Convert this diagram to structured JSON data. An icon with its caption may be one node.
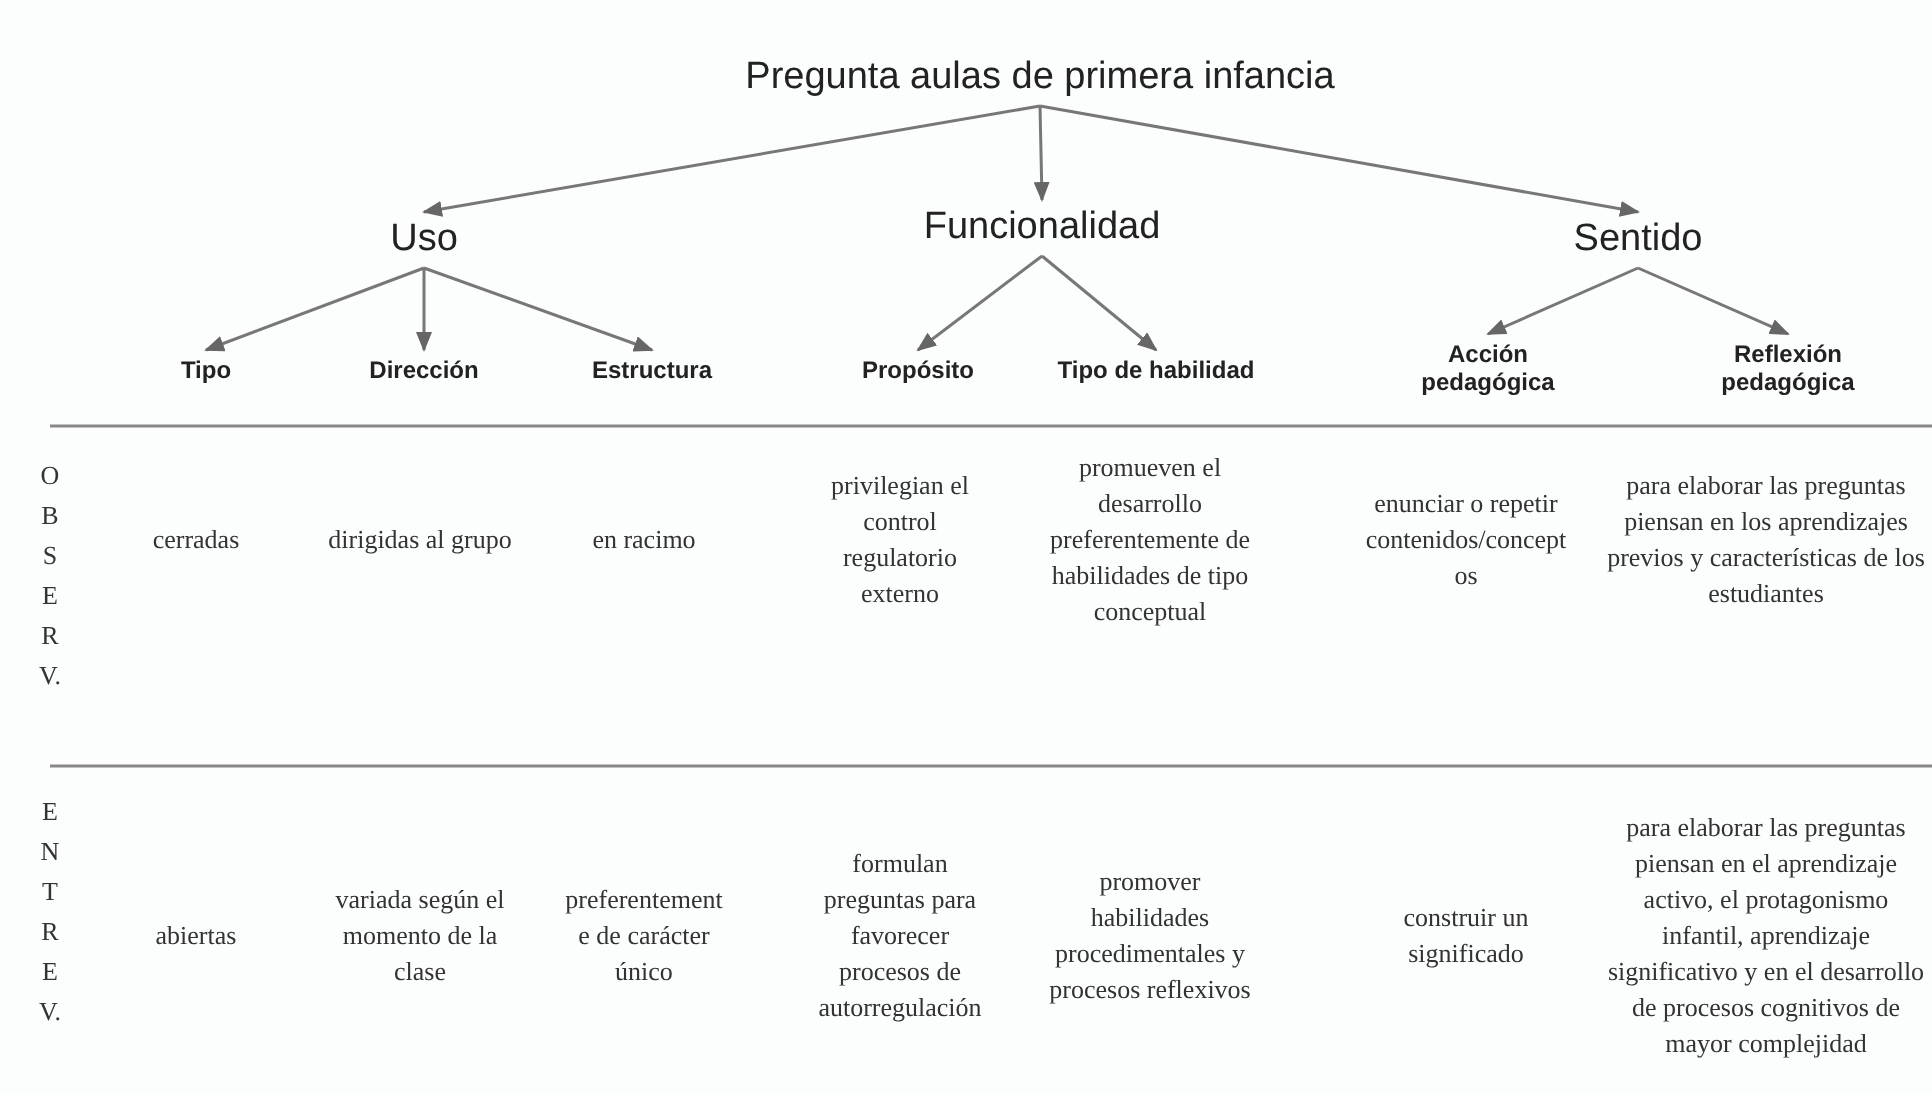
{
  "diagram": {
    "nodes": [
      {
        "text": [
          "Pregunta aulas de primera infancia"
        ]
      },
      {
        "text": [
          "Uso"
        ]
      },
      {
        "text": [
          "Funcionalidad"
        ]
      },
      {
        "text": [
          "Sentido"
        ]
      },
      {
        "text": [
          "Tipo"
        ]
      },
      {
        "text": [
          "Dirección"
        ]
      },
      {
        "text": [
          "Estructura"
        ]
      },
      {
        "text": [
          "Propósito"
        ]
      },
      {
        "text": [
          "Tipo de habilidad"
        ]
      },
      {
        "text": [
          "Acción pedagógica"
        ]
      },
      {
        "text": [
          "Reflexión pedagógica"
        ]
      }
    ],
    "edges": [
      {
        "from": 0,
        "to": 1,
        "arrow": "to"
      },
      {
        "from": 0,
        "to": 2,
        "arrow": "to"
      },
      {
        "from": 0,
        "to": 3,
        "arrow": "to"
      },
      {
        "from": 1,
        "to": 4,
        "arrow": "to"
      },
      {
        "from": 1,
        "to": 5,
        "arrow": "to"
      },
      {
        "from": 1,
        "to": 6,
        "arrow": "to"
      },
      {
        "from": 2,
        "to": 7,
        "arrow": "to"
      },
      {
        "from": 2,
        "to": 8,
        "arrow": "to"
      },
      {
        "from": 3,
        "to": 9,
        "arrow": "to"
      },
      {
        "from": 3,
        "to": 10,
        "arrow": "to"
      }
    ],
    "labels": [
      "O B S E R V.",
      "cerradas",
      "dirigidas al grupo",
      "en racimo",
      "privilegian el control regulatorio externo",
      "promueven el desarrollo preferentemente de habilidades de tipo conceptual",
      "enunciar o repetir contenidos/conceptos",
      "para elaborar las preguntas piensan en los aprendizajes previos y características de los estudiantes",
      "E N T R E V.",
      "abiertas",
      "variada según el momento de la clase",
      "preferentemente de carácter único",
      "formulan preguntas para favorecer procesos de autorregulación",
      "promover habilidades procedimentales y procesos reflexivos",
      "construir un significado",
      "para elaborar las preguntas piensan en el aprendizaje activo, el protagonismo infantil, aprendizaje significativo y en el desarrollo de procesos cognitivos de mayor complejidad"
    ]
  }
}
